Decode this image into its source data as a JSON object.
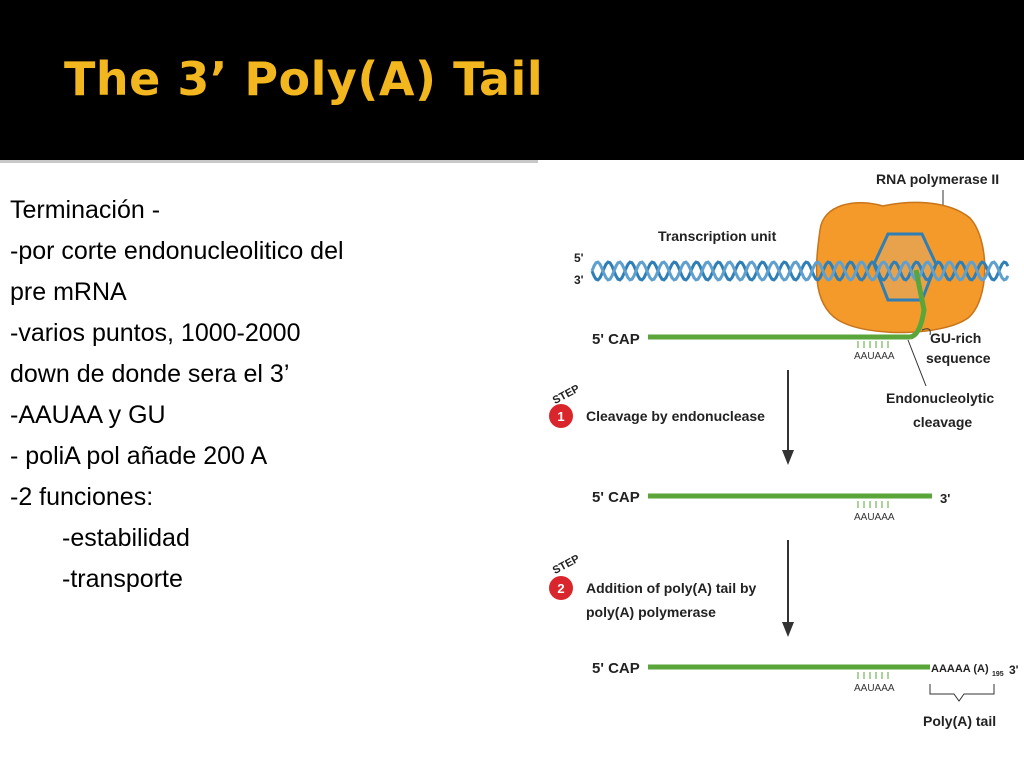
{
  "slide": {
    "title": "The 3’ Poly(A) Tail",
    "title_color": "#f2b61f",
    "title_bar_color": "#000000"
  },
  "body_lines": [
    "Terminación  -",
    "-por corte endonucleolitico del",
    "pre mRNA",
    "-varios puntos, 1000-2000",
    "down de donde sera el 3’",
    "-AAUAA  y GU",
    "- poliA pol añade 200 A",
    "-2 funciones:"
  ],
  "body_sublines": [
    "-estabilidad",
    "-transporte"
  ],
  "figure": {
    "rna_pol_label": "RNA polymerase II",
    "transcription_unit_label": "Transcription unit",
    "five_prime": "5'",
    "three_prime": "3'",
    "cap_label": "5' CAP",
    "aauaaa": "AAUAAA",
    "gu_rich_line1": "GU-rich",
    "gu_rich_line2": "sequence",
    "endo_line1": "Endonucleolytic",
    "endo_line2": "cleavage",
    "step_word": "STEP",
    "step1_number": "1",
    "step1_label": "Cleavage by endonuclease",
    "step2_number": "2",
    "step2_line1": "Addition of poly(A) tail by",
    "step2_line2": "poly(A) polymerase",
    "polya_seq": "AAAAA (A)",
    "polya_subscript": "195",
    "polya_tail_label": "Poly(A) tail",
    "colors": {
      "polymerase": "#f39a2b",
      "polymerase_dark": "#c8741a",
      "dna": "#2f7fb6",
      "rna": "#5aa63a",
      "step_circle": "#d8262c",
      "arrow": "#333333"
    }
  }
}
